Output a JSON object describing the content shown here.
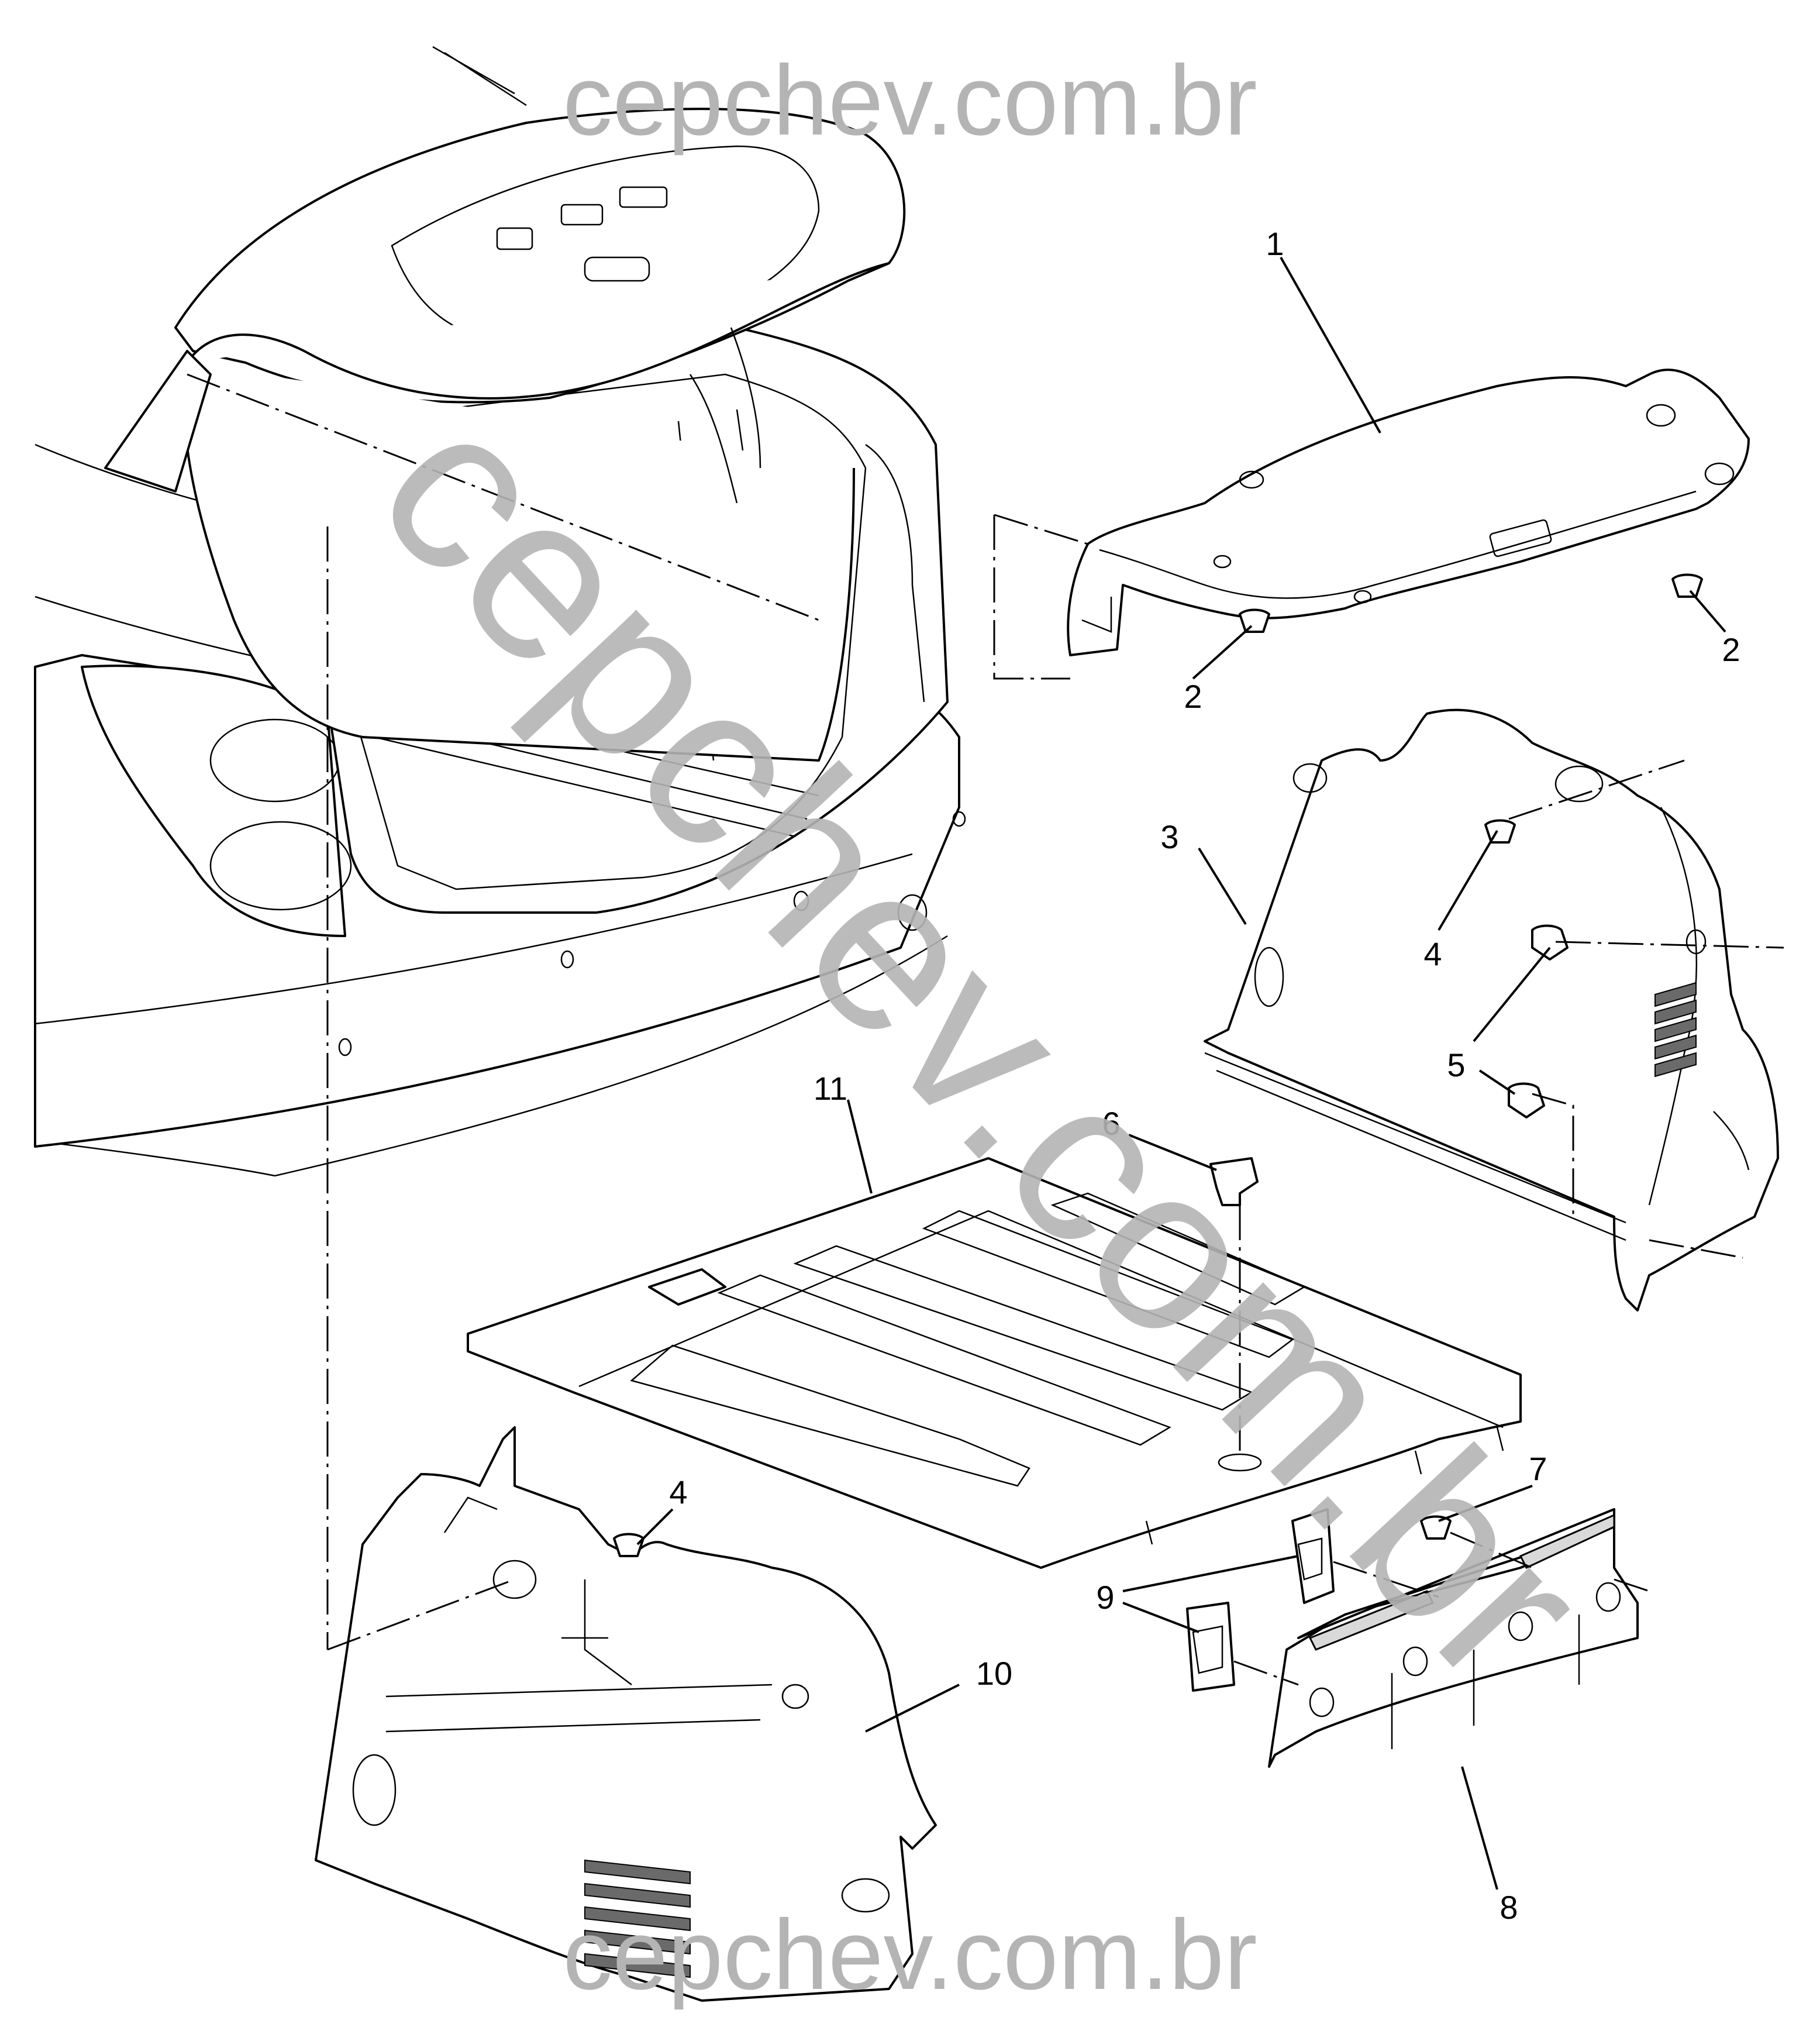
{
  "watermark": {
    "top": "cepchev.com.br",
    "diagonal": "cepchev.com.br",
    "bottom": "cepchev.com.br"
  },
  "callouts": [
    {
      "id": "c1",
      "label": "1"
    },
    {
      "id": "c2a",
      "label": "2"
    },
    {
      "id": "c2b",
      "label": "2"
    },
    {
      "id": "c3",
      "label": "3"
    },
    {
      "id": "c4a",
      "label": "4"
    },
    {
      "id": "c5",
      "label": "5"
    },
    {
      "id": "c11",
      "label": "11"
    },
    {
      "id": "c6",
      "label": "6"
    },
    {
      "id": "c4b",
      "label": "4"
    },
    {
      "id": "c7",
      "label": "7"
    },
    {
      "id": "c9",
      "label": "9"
    },
    {
      "id": "c10",
      "label": "10"
    },
    {
      "id": "c8",
      "label": "8"
    }
  ]
}
